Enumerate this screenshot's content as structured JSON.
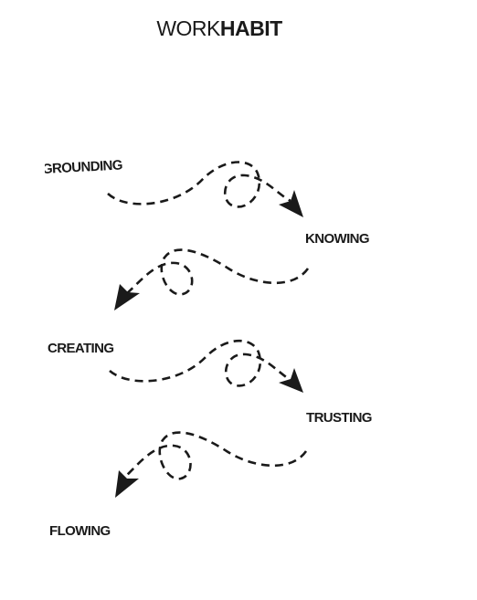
{
  "header": {
    "title_light": "WORK",
    "title_bold": "HABIT"
  },
  "stages": [
    {
      "label": "GROUNDING"
    },
    {
      "label": "KNOWING"
    },
    {
      "label": "CREATING"
    },
    {
      "label": "TRUSTING"
    },
    {
      "label": "FLOWING"
    }
  ],
  "colors": {
    "ink": "#1a1a1a",
    "background": "#ffffff"
  }
}
